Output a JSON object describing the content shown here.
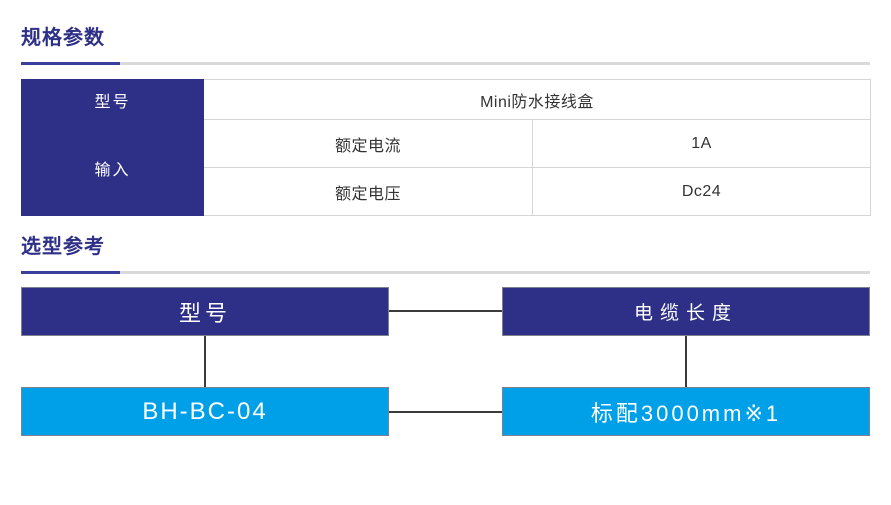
{
  "sections": [
    {
      "id": "spec",
      "title": "规格参数"
    },
    {
      "id": "selection",
      "title": "选型参考"
    }
  ],
  "spec_table": {
    "rows": [
      {
        "label": "型号",
        "value": "Mini防水接线盒"
      },
      {
        "label": "输入",
        "sub_label": "额定电流",
        "value": "1A"
      },
      {
        "sub_label": "额定电压",
        "value": "Dc24"
      }
    ]
  },
  "selection_diagram": {
    "model_header": "型号",
    "cable_header": "电缆长度",
    "model_value": "BH-BC-04",
    "cable_value": "标配3000mm※1"
  },
  "colors": {
    "navy": "#2E3087",
    "cyan": "#00A0E9",
    "divider_gray": "#d9d9d9",
    "divider_accent": "#3b3f9c",
    "table_border": "#d5d5d5",
    "connector": "#3b3b3b",
    "text": "#333333"
  }
}
